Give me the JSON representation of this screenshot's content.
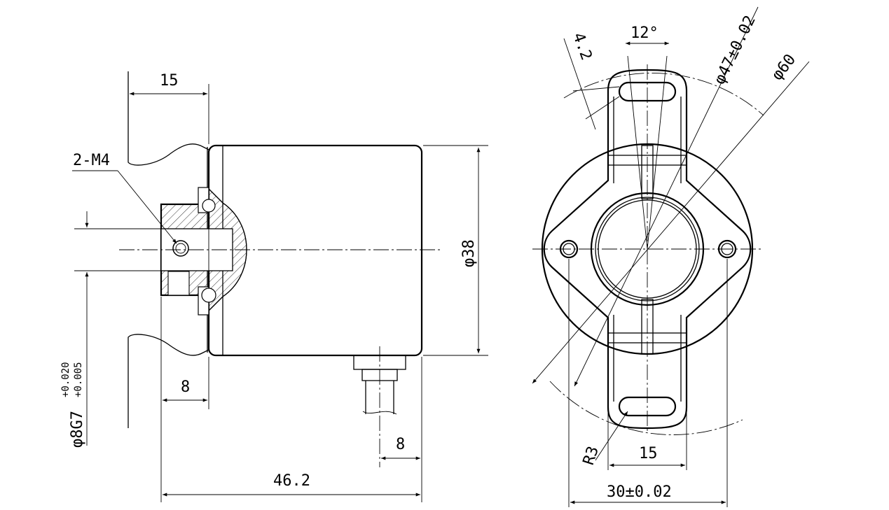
{
  "drawing": {
    "side_view": {
      "dim_flange_offset": "15",
      "thread_label": "2-M4",
      "dim_body_diameter": "φ38",
      "dim_shaft_bore": "φ8G7",
      "dim_shaft_bore_tol_upper": "+0.020",
      "dim_shaft_bore_tol_lower": "+0.005",
      "dim_bore_depth": "8",
      "dim_cable_offset": "8",
      "dim_overall_length": "46.2"
    },
    "front_view": {
      "dim_slot_angle": "12°",
      "dim_slot_width": "4.2",
      "dim_slot_circle": "φ47±0.02",
      "dim_outer_circle": "φ60",
      "dim_corner_radius": "R3",
      "dim_tab_width": "15",
      "dim_hole_spacing": "30±0.02"
    }
  }
}
